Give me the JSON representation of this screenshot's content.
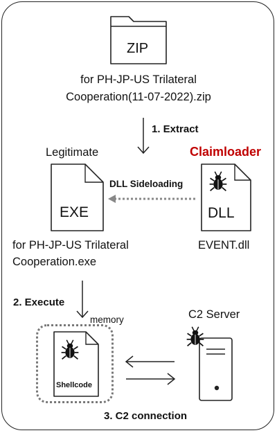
{
  "zip": {
    "icon": "folder-icon",
    "label": "ZIP",
    "filename_line1": "for PH-JP-US Trilateral",
    "filename_line2": "Cooperation(11-07-2022).zip"
  },
  "steps": {
    "extract": "1. Extract",
    "execute": "2. Execute",
    "c2": "3. C2 connection"
  },
  "exe": {
    "caption": "Legitimate",
    "label": "EXE",
    "filename_line1": "for PH-JP-US Trilateral",
    "filename_line2": "Cooperation.exe"
  },
  "dll": {
    "caption": "Claimloader",
    "caption_color": "#c00000",
    "label": "DLL",
    "filename": "EVENT.dll",
    "icon": "bug-icon"
  },
  "sideloading": {
    "label": "DLL Sideloading"
  },
  "memory": {
    "label": "memory",
    "doc_label": "Shellcode",
    "icon": "bug-icon"
  },
  "server": {
    "label": "C2 Server",
    "icon": "server-icon"
  },
  "colors": {
    "stroke": "#222222",
    "dotted_arrow": "#888888",
    "accent": "#c00000"
  }
}
